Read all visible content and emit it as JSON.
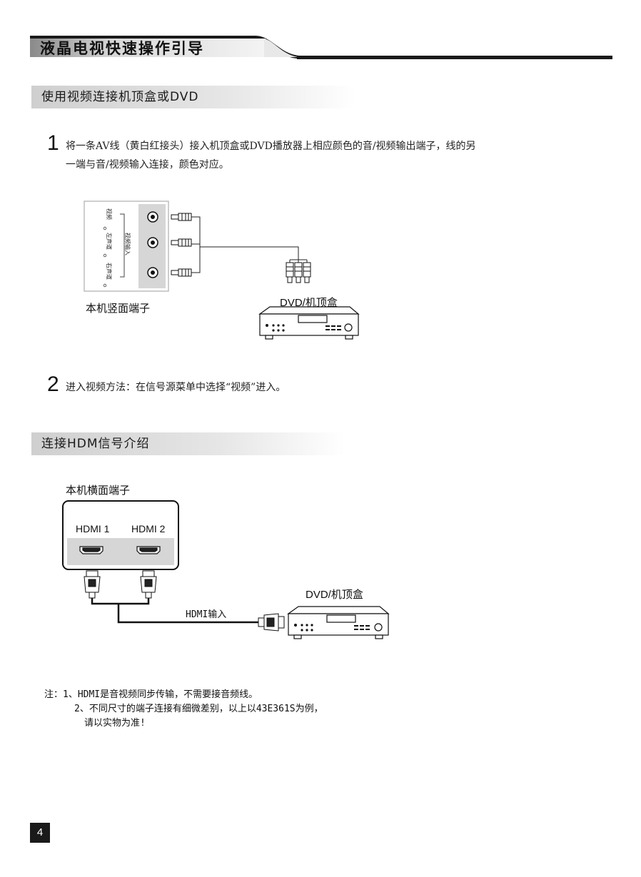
{
  "header": {
    "title": "液晶电视快速操作引导"
  },
  "section1": {
    "title": "使用视频连接机顶盒或DVD",
    "step1": {
      "number": "1",
      "line1": "将一条AV线（黄白红接头）接入机顶盒或DVD播放器上相应颜色的音/视频输出端子，线的另",
      "line2": "一端与音/视频输入连接，颜色对应。"
    },
    "diagram": {
      "panel_label_video": "视频",
      "panel_label_left": "左声道",
      "panel_label_right": "右声道",
      "panel_group_label": "视频输入",
      "tv_side_label": "本机竖面端子",
      "dvd_label": "DVD/机顶盒"
    },
    "step2": {
      "number": "2",
      "text": "进入视频方法：在信号源菜单中选择“视频”进入。"
    }
  },
  "section2": {
    "title": "连接HDM信号介绍",
    "diagram": {
      "tv_side_label": "本机横面端子",
      "port1": "HDMI 1",
      "port2": "HDMI 2",
      "cable_label": "HDMI输入",
      "dvd_label": "DVD/机顶盒"
    }
  },
  "notes": {
    "line1": "注：1、HDMI是音视频同步传输，不需要接音频线。",
    "line2": "2、不同尺寸的端子连接有细微差别，以上以43E361S为例，",
    "line3": "请以实物为准!"
  },
  "footer": {
    "page_number": "4"
  }
}
